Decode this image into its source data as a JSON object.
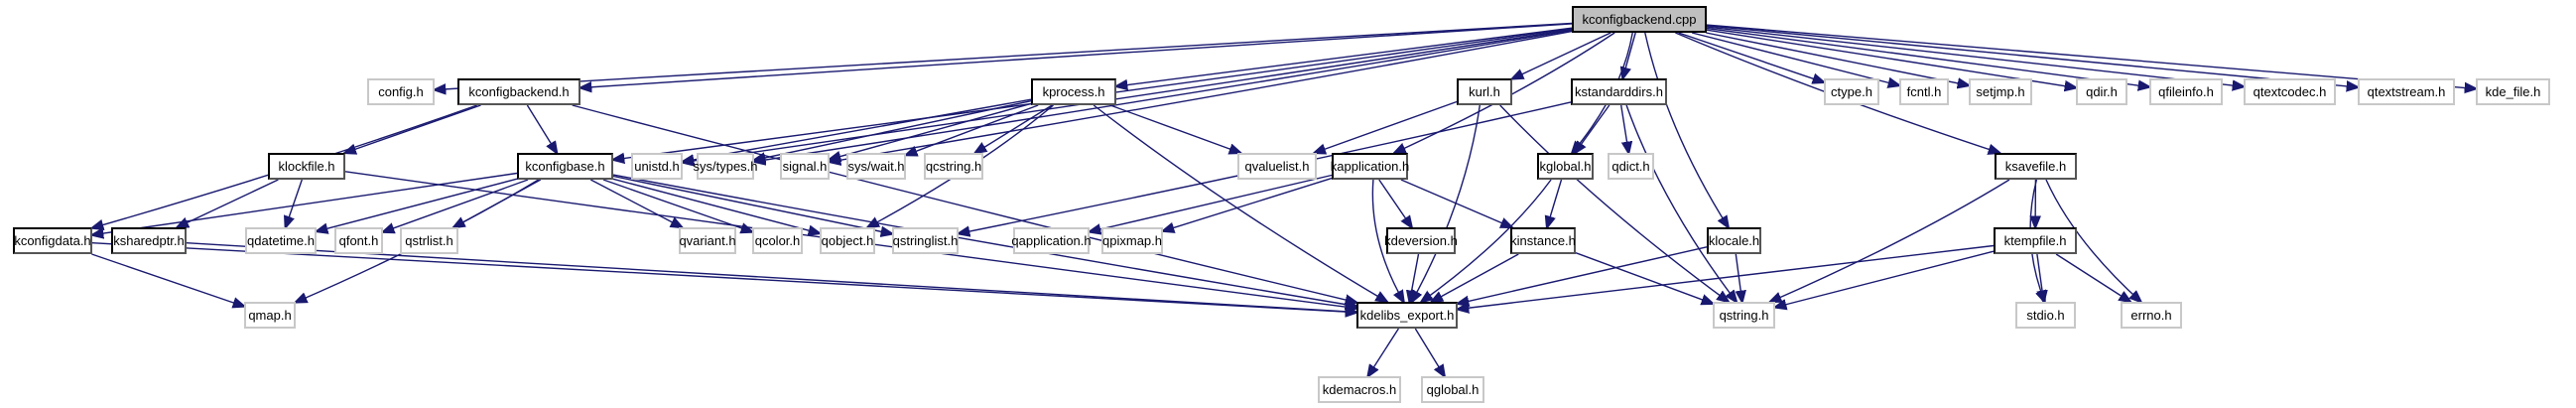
{
  "title": "kconfigbackend.cpp include dependency graph",
  "colors": {
    "edge": "#191970",
    "root_fill": "#bfbfbf",
    "local_border": "#000000",
    "system_border": "#c8c8c8"
  },
  "nodes": [
    {
      "id": "kconfigbackend_cpp",
      "label": "kconfigbackend.cpp",
      "kind": "root"
    },
    {
      "id": "config_h",
      "label": "config.h",
      "kind": "system"
    },
    {
      "id": "kconfigbackend_h",
      "label": "kconfigbackend.h",
      "kind": "local"
    },
    {
      "id": "kprocess_h",
      "label": "kprocess.h",
      "kind": "local"
    },
    {
      "id": "kurl_h",
      "label": "kurl.h",
      "kind": "local"
    },
    {
      "id": "kstandarddirs_h",
      "label": "kstandarddirs.h",
      "kind": "local"
    },
    {
      "id": "ctype_h",
      "label": "ctype.h",
      "kind": "system"
    },
    {
      "id": "fcntl_h",
      "label": "fcntl.h",
      "kind": "system"
    },
    {
      "id": "setjmp_h",
      "label": "setjmp.h",
      "kind": "system"
    },
    {
      "id": "qdir_h",
      "label": "qdir.h",
      "kind": "system"
    },
    {
      "id": "qfileinfo_h",
      "label": "qfileinfo.h",
      "kind": "system"
    },
    {
      "id": "qtextcodec_h",
      "label": "qtextcodec.h",
      "kind": "system"
    },
    {
      "id": "qtextstream_h",
      "label": "qtextstream.h",
      "kind": "system"
    },
    {
      "id": "kde_file_h",
      "label": "kde_file.h",
      "kind": "system"
    },
    {
      "id": "klockfile_h",
      "label": "klockfile.h",
      "kind": "local"
    },
    {
      "id": "kconfigbase_h",
      "label": "kconfigbase.h",
      "kind": "local"
    },
    {
      "id": "unistd_h",
      "label": "unistd.h",
      "kind": "system"
    },
    {
      "id": "sys_types_h",
      "label": "sys/types.h",
      "kind": "system"
    },
    {
      "id": "signal_h",
      "label": "signal.h",
      "kind": "system"
    },
    {
      "id": "sys_wait_h",
      "label": "sys/wait.h",
      "kind": "system"
    },
    {
      "id": "qcstring_h",
      "label": "qcstring.h",
      "kind": "system"
    },
    {
      "id": "qvaluelist_h",
      "label": "qvaluelist.h",
      "kind": "system"
    },
    {
      "id": "kapplication_h",
      "label": "kapplication.h",
      "kind": "local"
    },
    {
      "id": "kglobal_h",
      "label": "kglobal.h",
      "kind": "local"
    },
    {
      "id": "qdict_h",
      "label": "qdict.h",
      "kind": "system"
    },
    {
      "id": "ksavefile_h",
      "label": "ksavefile.h",
      "kind": "local"
    },
    {
      "id": "kconfigdata_h",
      "label": "kconfigdata.h",
      "kind": "local"
    },
    {
      "id": "ksharedptr_h",
      "label": "ksharedptr.h",
      "kind": "local"
    },
    {
      "id": "qdatetime_h",
      "label": "qdatetime.h",
      "kind": "system"
    },
    {
      "id": "qfont_h",
      "label": "qfont.h",
      "kind": "system"
    },
    {
      "id": "qstrlist_h",
      "label": "qstrlist.h",
      "kind": "system"
    },
    {
      "id": "qvariant_h",
      "label": "qvariant.h",
      "kind": "system"
    },
    {
      "id": "qcolor_h",
      "label": "qcolor.h",
      "kind": "system"
    },
    {
      "id": "qobject_h",
      "label": "qobject.h",
      "kind": "system"
    },
    {
      "id": "qstringlist_h",
      "label": "qstringlist.h",
      "kind": "system"
    },
    {
      "id": "qapplication_h",
      "label": "qapplication.h",
      "kind": "system"
    },
    {
      "id": "qpixmap_h",
      "label": "qpixmap.h",
      "kind": "system"
    },
    {
      "id": "kdeversion_h",
      "label": "kdeversion.h",
      "kind": "local"
    },
    {
      "id": "kinstance_h",
      "label": "kinstance.h",
      "kind": "local"
    },
    {
      "id": "klocale_h",
      "label": "klocale.h",
      "kind": "local"
    },
    {
      "id": "ktempfile_h",
      "label": "ktempfile.h",
      "kind": "local"
    },
    {
      "id": "qmap_h",
      "label": "qmap.h",
      "kind": "system"
    },
    {
      "id": "kdelibs_export_h",
      "label": "kdelibs_export.h",
      "kind": "local"
    },
    {
      "id": "qstring_h",
      "label": "qstring.h",
      "kind": "system"
    },
    {
      "id": "stdio_h",
      "label": "stdio.h",
      "kind": "system"
    },
    {
      "id": "errno_h",
      "label": "errno.h",
      "kind": "system"
    },
    {
      "id": "kdemacros_h",
      "label": "kdemacros.h",
      "kind": "system"
    },
    {
      "id": "qglobal_h",
      "label": "qglobal.h",
      "kind": "system"
    }
  ],
  "edges": [
    [
      "kconfigbackend_cpp",
      "config_h"
    ],
    [
      "kconfigbackend_cpp",
      "kconfigbackend_h"
    ],
    [
      "kconfigbackend_cpp",
      "kprocess_h"
    ],
    [
      "kconfigbackend_cpp",
      "kurl_h"
    ],
    [
      "kconfigbackend_cpp",
      "kstandarddirs_h"
    ],
    [
      "kconfigbackend_cpp",
      "ctype_h"
    ],
    [
      "kconfigbackend_cpp",
      "fcntl_h"
    ],
    [
      "kconfigbackend_cpp",
      "setjmp_h"
    ],
    [
      "kconfigbackend_cpp",
      "qdir_h"
    ],
    [
      "kconfigbackend_cpp",
      "qfileinfo_h"
    ],
    [
      "kconfigbackend_cpp",
      "qtextcodec_h"
    ],
    [
      "kconfigbackend_cpp",
      "qtextstream_h"
    ],
    [
      "kconfigbackend_cpp",
      "kde_file_h"
    ],
    [
      "kconfigbackend_cpp",
      "kconfigbase_h"
    ],
    [
      "kconfigbackend_cpp",
      "unistd_h"
    ],
    [
      "kconfigbackend_cpp",
      "sys_types_h"
    ],
    [
      "kconfigbackend_cpp",
      "signal_h"
    ],
    [
      "kconfigbackend_cpp",
      "kapplication_h"
    ],
    [
      "kconfigbackend_cpp",
      "kglobal_h"
    ],
    [
      "kconfigbackend_cpp",
      "klocale_h"
    ],
    [
      "kconfigbackend_cpp",
      "ksavefile_h"
    ],
    [
      "kconfigbackend_h",
      "klockfile_h"
    ],
    [
      "kconfigbackend_h",
      "kconfigbase_h"
    ],
    [
      "kconfigbackend_h",
      "kconfigdata_h"
    ],
    [
      "kconfigbackend_h",
      "kdelibs_export_h"
    ],
    [
      "klockfile_h",
      "ksharedptr_h"
    ],
    [
      "klockfile_h",
      "qdatetime_h"
    ],
    [
      "klockfile_h",
      "kdelibs_export_h"
    ],
    [
      "kconfigbase_h",
      "kconfigdata_h"
    ],
    [
      "kconfigbase_h",
      "qdatetime_h"
    ],
    [
      "kconfigbase_h",
      "qfont_h"
    ],
    [
      "kconfigbase_h",
      "qstrlist_h"
    ],
    [
      "kconfigbase_h",
      "qvariant_h"
    ],
    [
      "kconfigbase_h",
      "qcolor_h"
    ],
    [
      "kconfigbase_h",
      "qobject_h"
    ],
    [
      "kconfigbase_h",
      "qstringlist_h"
    ],
    [
      "kconfigbase_h",
      "qmap_h"
    ],
    [
      "kconfigbase_h",
      "kdelibs_export_h"
    ],
    [
      "kprocess_h",
      "unistd_h"
    ],
    [
      "kprocess_h",
      "sys_types_h"
    ],
    [
      "kprocess_h",
      "signal_h"
    ],
    [
      "kprocess_h",
      "sys_wait_h"
    ],
    [
      "kprocess_h",
      "qcstring_h"
    ],
    [
      "kprocess_h",
      "qvaluelist_h"
    ],
    [
      "kprocess_h",
      "qobject_h"
    ],
    [
      "kprocess_h",
      "kdelibs_export_h"
    ],
    [
      "kurl_h",
      "qvaluelist_h"
    ],
    [
      "kurl_h",
      "qstring_h"
    ],
    [
      "kurl_h",
      "kdelibs_export_h"
    ],
    [
      "kstandarddirs_h",
      "qstringlist_h"
    ],
    [
      "kstandarddirs_h",
      "kglobal_h"
    ],
    [
      "kstandarddirs_h",
      "qdict_h"
    ],
    [
      "kstandarddirs_h",
      "qstring_h"
    ],
    [
      "kapplication_h",
      "qapplication_h"
    ],
    [
      "kapplication_h",
      "qpixmap_h"
    ],
    [
      "kapplication_h",
      "kdeversion_h"
    ],
    [
      "kapplication_h",
      "kinstance_h"
    ],
    [
      "kapplication_h",
      "kdelibs_export_h"
    ],
    [
      "kglobal_h",
      "kinstance_h"
    ],
    [
      "kglobal_h",
      "kdelibs_export_h"
    ],
    [
      "kinstance_h",
      "kdelibs_export_h"
    ],
    [
      "kinstance_h",
      "qstring_h"
    ],
    [
      "kdeversion_h",
      "kdelibs_export_h"
    ],
    [
      "klocale_h",
      "kdelibs_export_h"
    ],
    [
      "klocale_h",
      "qstring_h"
    ],
    [
      "ksavefile_h",
      "ktempfile_h"
    ],
    [
      "ksavefile_h",
      "stdio_h"
    ],
    [
      "ksavefile_h",
      "errno_h"
    ],
    [
      "ksavefile_h",
      "qstring_h"
    ],
    [
      "ktempfile_h",
      "stdio_h"
    ],
    [
      "ktempfile_h",
      "errno_h"
    ],
    [
      "ktempfile_h",
      "qstring_h"
    ],
    [
      "ktempfile_h",
      "kdelibs_export_h"
    ],
    [
      "kconfigdata_h",
      "qmap_h"
    ],
    [
      "kconfigdata_h",
      "kdelibs_export_h"
    ],
    [
      "ksharedptr_h",
      "kdelibs_export_h"
    ],
    [
      "kdelibs_export_h",
      "kdemacros_h"
    ],
    [
      "kdelibs_export_h",
      "qglobal_h"
    ]
  ]
}
